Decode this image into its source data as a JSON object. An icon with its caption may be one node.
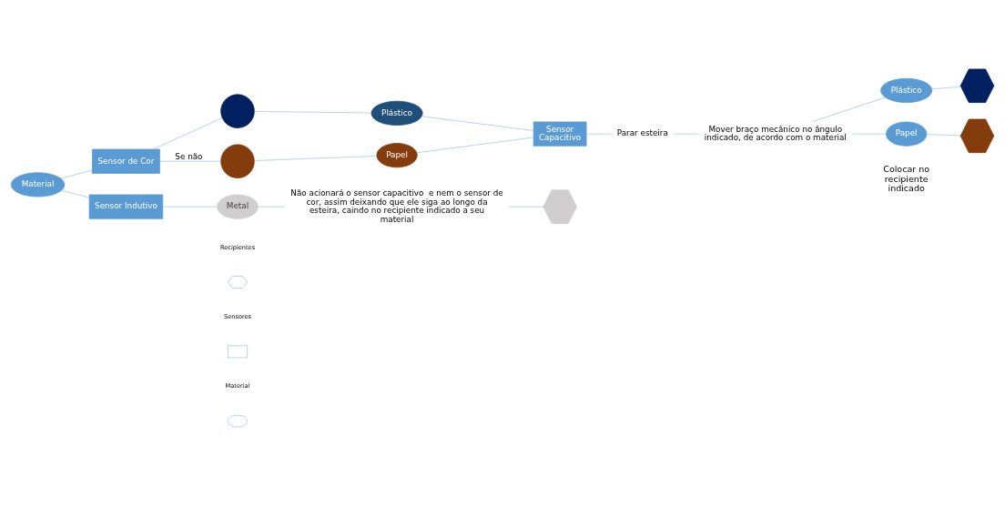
{
  "diagram": {
    "nodes": [
      {
        "text": [
          "Sensor de Cor"
        ]
      },
      {
        "text": [
          "Material"
        ]
      },
      {
        "text": [
          "Sensor Indutivo"
        ]
      },
      {
        "text": [],
        "shape": "circle"
      },
      {
        "text": [],
        "shape": "circle"
      },
      {
        "text": [
          "Plástico"
        ]
      },
      {
        "text": [
          "Papel"
        ]
      },
      {
        "text": [
          "Sensor Capacitivo"
        ]
      },
      {
        "text": [
          "Parar esteira"
        ]
      },
      {
        "text": [
          "Mover braço mecânico no ângulo indicado, de acordo com o material"
        ]
      },
      {
        "text": [
          "Metal"
        ]
      },
      {
        "text": [
          "Não acionará o sensor capacitivo  e nem o sensor de cor, assim deixando que ele siga ao longo da esteira, caindo no recipiente indicado a seu material"
        ]
      },
      {
        "text": [],
        "shape": "hexagon"
      },
      {
        "text": [
          "Plástico"
        ]
      },
      {
        "text": [
          "Papel"
        ]
      },
      {
        "text": [],
        "shape": "hexagon"
      },
      {
        "text": [],
        "shape": "hexagon"
      }
    ],
    "edges": [
      {
        "from": 1,
        "to": 0,
        "arrow": "none"
      },
      {
        "from": 1,
        "to": 2,
        "arrow": "none"
      },
      {
        "from": 0,
        "to": 3,
        "arrow": "none"
      },
      {
        "from": 0,
        "to": 4,
        "arrow": "none",
        "label": "Se não"
      },
      {
        "from": 3,
        "to": 5,
        "arrow": "none"
      },
      {
        "from": 4,
        "to": 6,
        "arrow": "none"
      },
      {
        "from": 5,
        "to": 7,
        "arrow": "none"
      },
      {
        "from": 6,
        "to": 7,
        "arrow": "none"
      },
      {
        "from": 7,
        "to": 8,
        "arrow": "none"
      },
      {
        "from": 8,
        "to": 9,
        "arrow": "none"
      },
      {
        "from": 9,
        "to": 13,
        "arrow": "none"
      },
      {
        "from": 9,
        "to": 14,
        "arrow": "none"
      },
      {
        "from": 13,
        "to": 15,
        "arrow": "none"
      },
      {
        "from": 14,
        "to": 16,
        "arrow": "none"
      },
      {
        "from": 2,
        "to": 10,
        "arrow": "none"
      },
      {
        "from": 10,
        "to": 11,
        "arrow": "none"
      },
      {
        "from": 11,
        "to": 12,
        "arrow": "none"
      }
    ],
    "labels": [
      "Colocar no recipiente indicado"
    ],
    "legend": [
      {
        "text": "Recipientes"
      },
      {
        "text": "Sensores"
      },
      {
        "text": "Material"
      }
    ]
  }
}
